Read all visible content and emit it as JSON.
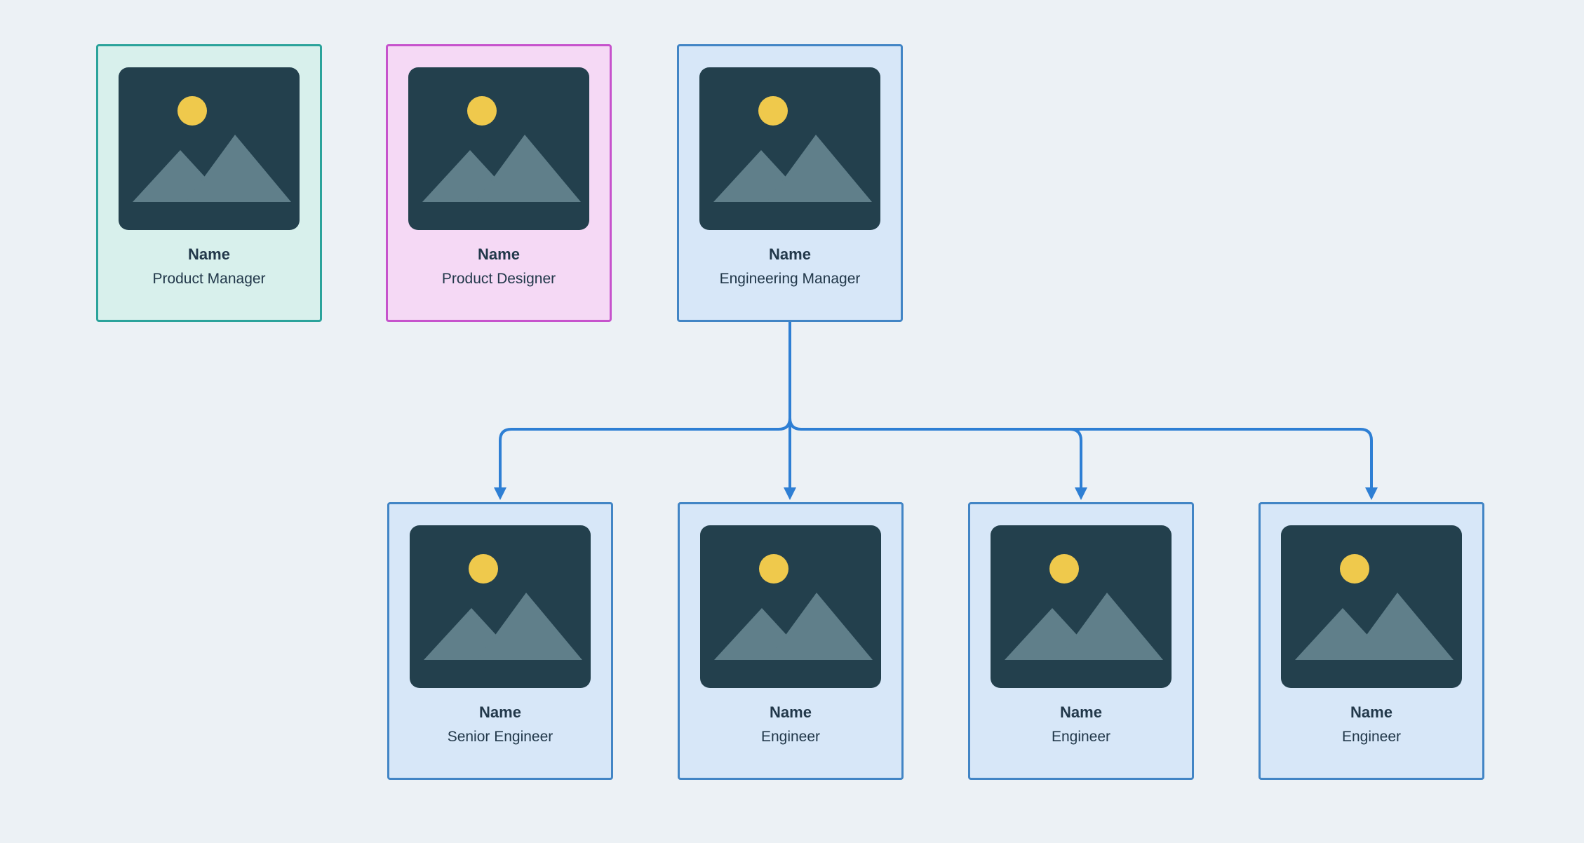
{
  "canvas": {
    "background": "#ecf1f5",
    "text_color": "#22384a"
  },
  "cards": [
    {
      "name": "Name",
      "role": "Product Manager",
      "theme": "teal"
    },
    {
      "name": "Name",
      "role": "Product Designer",
      "theme": "pink"
    },
    {
      "name": "Name",
      "role": "Engineering Manager",
      "theme": "blue"
    },
    {
      "name": "Name",
      "role": "Senior Engineer",
      "theme": "blue"
    },
    {
      "name": "Name",
      "role": "Engineer",
      "theme": "blue"
    },
    {
      "name": "Name",
      "role": "Engineer",
      "theme": "blue"
    },
    {
      "name": "Name",
      "role": "Engineer",
      "theme": "blue"
    }
  ],
  "themes": {
    "teal": {
      "border": "#2ba39b",
      "background": "#d8f0ec"
    },
    "pink": {
      "border": "#c653cc",
      "background": "#f5d9f5"
    },
    "blue": {
      "border": "#4285c5",
      "background": "#d7e7f8"
    }
  },
  "connector": {
    "color": "#2e7fd4"
  },
  "placeholder": {
    "icon": "image-placeholder-icon",
    "background": "#23404d",
    "sun": "#efc94c",
    "mountain": "#607f8a"
  }
}
